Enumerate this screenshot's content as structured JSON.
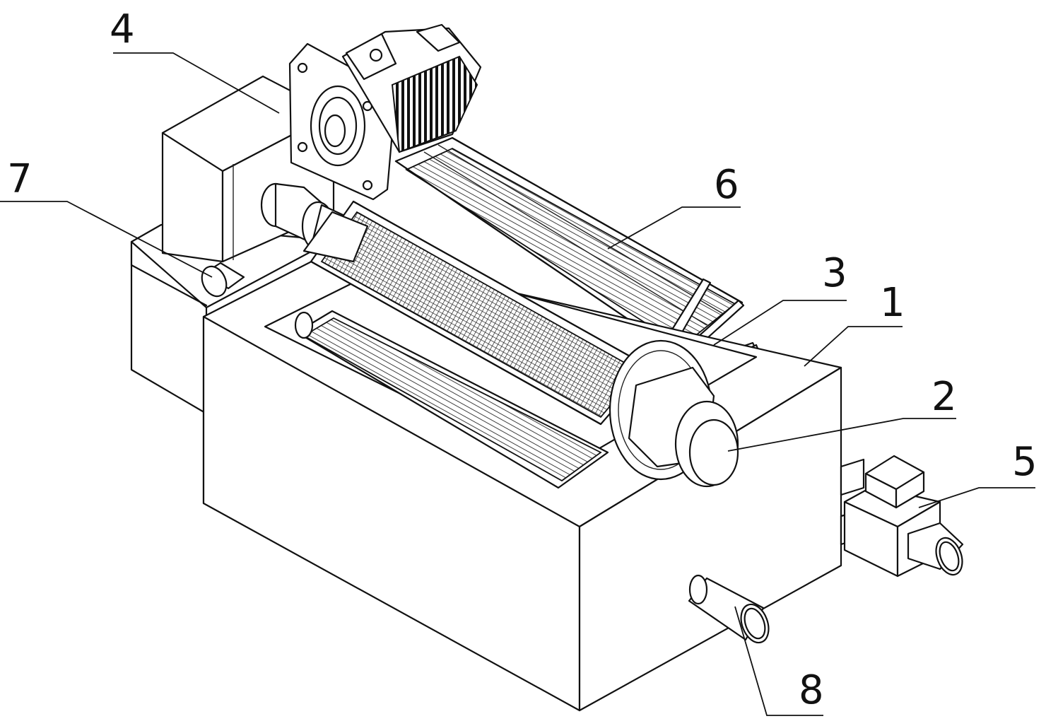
{
  "callouts": [
    {
      "id": "1",
      "text": "1"
    },
    {
      "id": "2",
      "text": "2"
    },
    {
      "id": "3",
      "text": "3"
    },
    {
      "id": "4",
      "text": "4"
    },
    {
      "id": "5",
      "text": "5"
    },
    {
      "id": "6",
      "text": "6"
    },
    {
      "id": "7",
      "text": "7"
    },
    {
      "id": "8",
      "text": "8"
    }
  ],
  "colors": {
    "line": "#111111",
    "background": "#ffffff"
  }
}
